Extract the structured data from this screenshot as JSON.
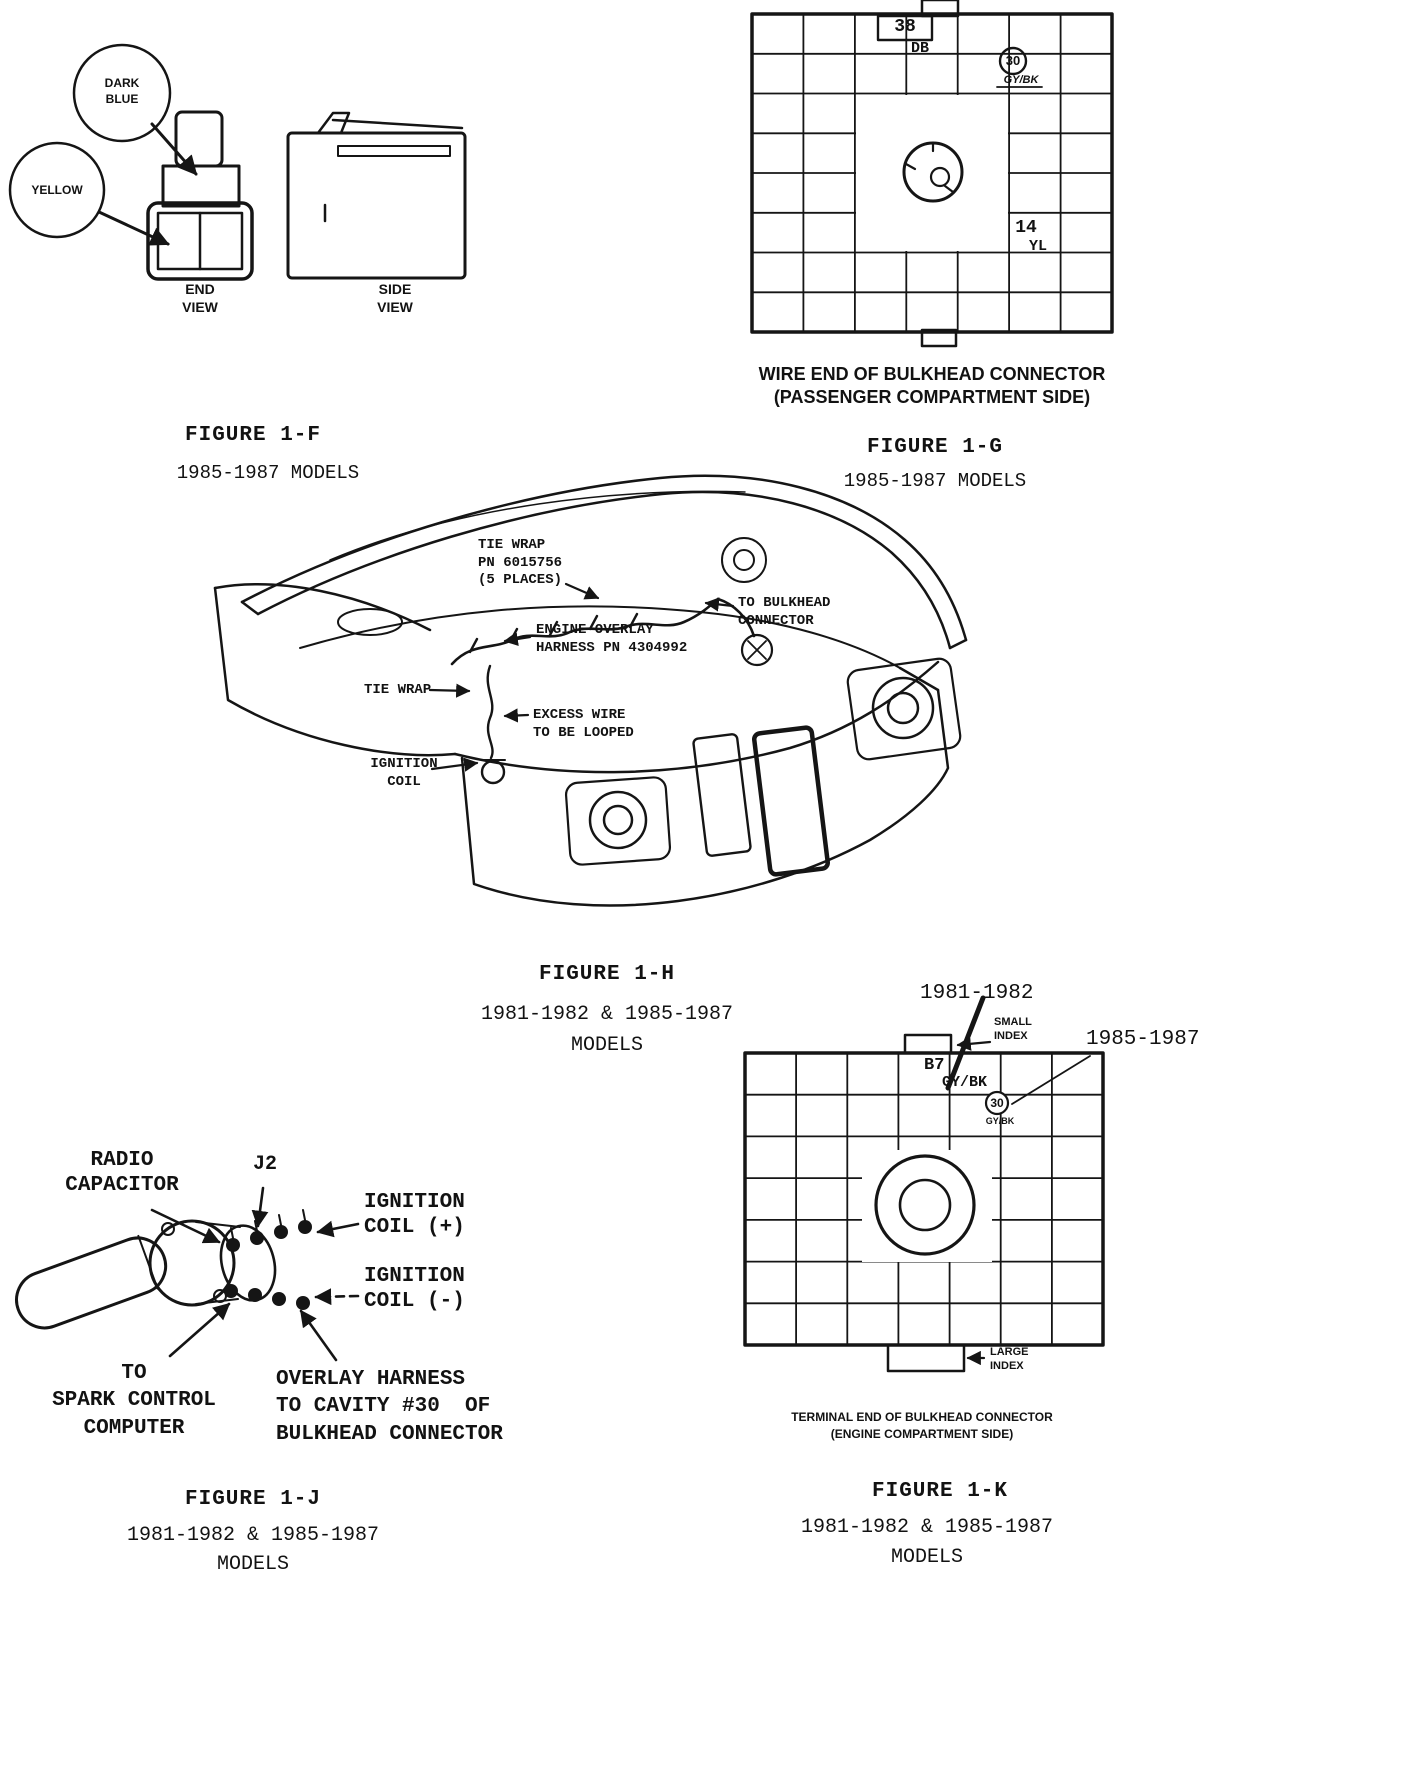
{
  "page": {
    "ink": "#151515",
    "bg": "#ffffff"
  },
  "fig_f": {
    "callout_dark_blue": "DARK\nBLUE",
    "callout_yellow": "YELLOW",
    "end_view_label": "END\nVIEW",
    "side_view_label": "SIDE\nVIEW",
    "title": "FIGURE 1-F",
    "models": "1985-1987 MODELS"
  },
  "fig_g": {
    "cavity_38": "38",
    "cavity_38_color": "DB",
    "cavity_30": "30",
    "cavity_30_color": "GY/BK",
    "cavity_14": "14",
    "cavity_14_color": "YL",
    "caption_line1": "WIRE END OF BULKHEAD CONNECTOR",
    "caption_line2": "(PASSENGER COMPARTMENT SIDE)",
    "title": "FIGURE 1-G",
    "models": "1985-1987 MODELS"
  },
  "fig_h": {
    "label_tie_wrap_pn": "TIE WRAP\nPN 6015756\n(5 PLACES)",
    "label_to_bulkhead": "TO BULKHEAD\nCONNECTOR",
    "label_engine_overlay": "ENGINE OVERLAY\nHARNESS PN 4304992",
    "label_tie_wrap": "TIE WRAP",
    "label_excess_wire": "EXCESS WIRE\nTO BE LOOPED",
    "label_ignition_coil": "IGNITION\nCOIL",
    "title": "FIGURE 1-H",
    "models_line1": "1981-1982 & 1985-1987",
    "models_line2": "MODELS"
  },
  "fig_j": {
    "label_radio_capacitor": "RADIO\nCAPACITOR",
    "label_j2": "J2",
    "label_ignition_coil_plus": "IGNITION\nCOIL (+)",
    "label_ignition_coil_minus": "IGNITION\nCOIL (-)",
    "label_spark_control": "TO\nSPARK CONTROL\nCOMPUTER",
    "label_overlay_harness": "OVERLAY HARNESS\nTO CAVITY #30  OF\nBULKHEAD CONNECTOR",
    "title": "FIGURE 1-J",
    "models_line1": "1981-1982 & 1985-1987",
    "models_line2": "MODELS"
  },
  "fig_k": {
    "pointer_1981_1982": "1981-1982",
    "label_small_index": "SMALL\nINDEX",
    "pointer_1985_1987": "1985-1987",
    "cavity_b7": "B7",
    "cavity_b7_color": "GY/BK",
    "cavity_30": "30",
    "cavity_30_color": "GY/BK",
    "label_large_index": "LARGE\nINDEX",
    "caption_line1": "TERMINAL END OF BULKHEAD CONNECTOR",
    "caption_line2": "(ENGINE COMPARTMENT SIDE)",
    "title": "FIGURE 1-K",
    "models_line1": "1981-1982 & 1985-1987",
    "models_line2": "MODELS"
  }
}
